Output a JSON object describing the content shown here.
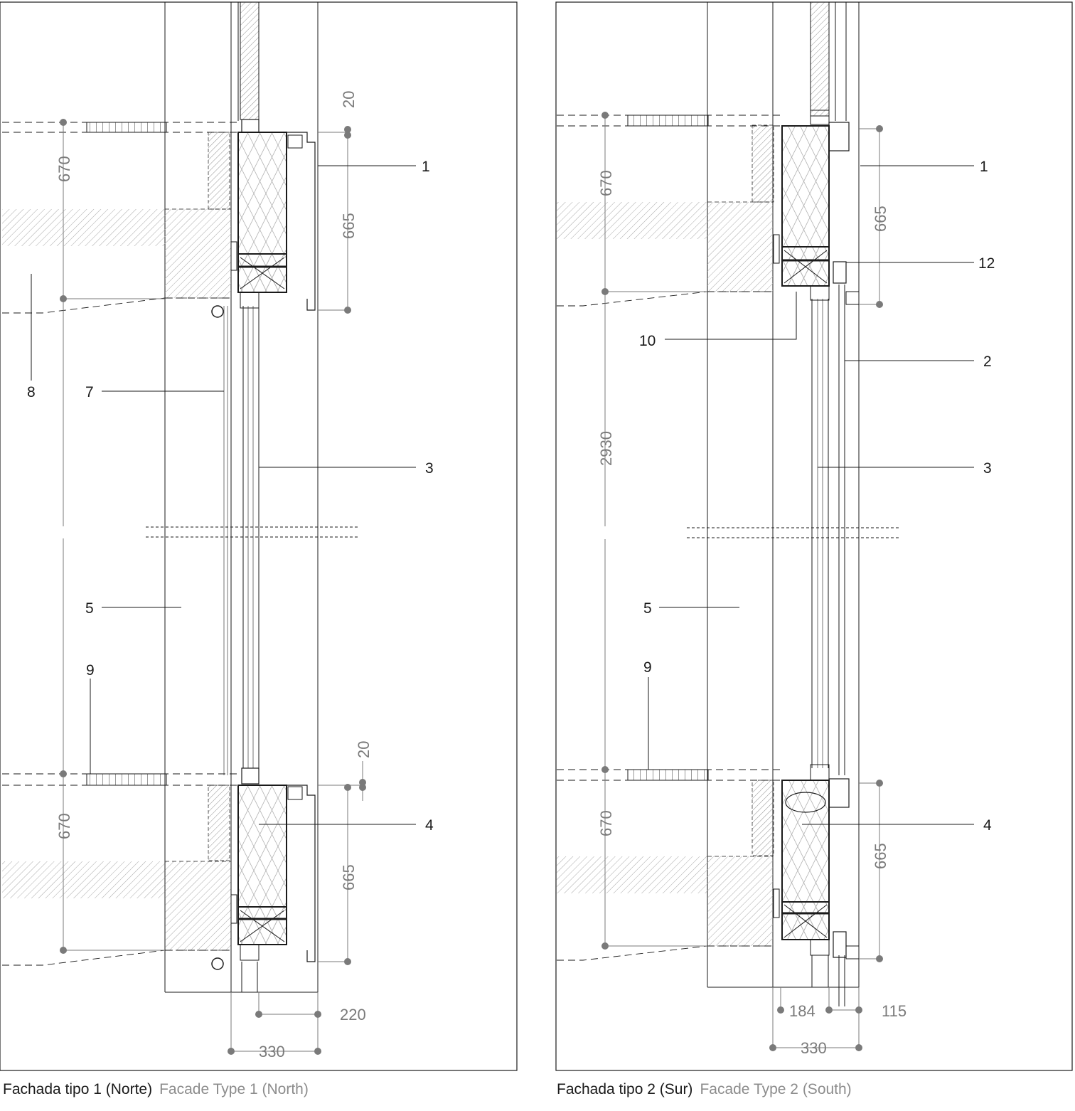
{
  "panels": [
    {
      "caption_es": "Fachada tipo 1 (Norte)",
      "caption_en": "Facade Type 1 (North)",
      "callouts": [
        "1",
        "3",
        "4",
        "5",
        "7",
        "8",
        "9"
      ],
      "dims": [
        "20",
        "670",
        "665",
        "20",
        "670",
        "665",
        "220",
        "330"
      ]
    },
    {
      "caption_es": "Fachada tipo 2 (Sur)",
      "caption_en": "Facade Type 2 (South)",
      "callouts": [
        "1",
        "12",
        "10",
        "2",
        "3",
        "5",
        "9",
        "4"
      ],
      "dims": [
        "670",
        "665",
        "2930",
        "670",
        "665",
        "184",
        "115",
        "330"
      ]
    }
  ],
  "colors": {
    "line": "#1a1a1a",
    "dim": "#7a7a7a",
    "hatch": "#9a9a9a"
  }
}
